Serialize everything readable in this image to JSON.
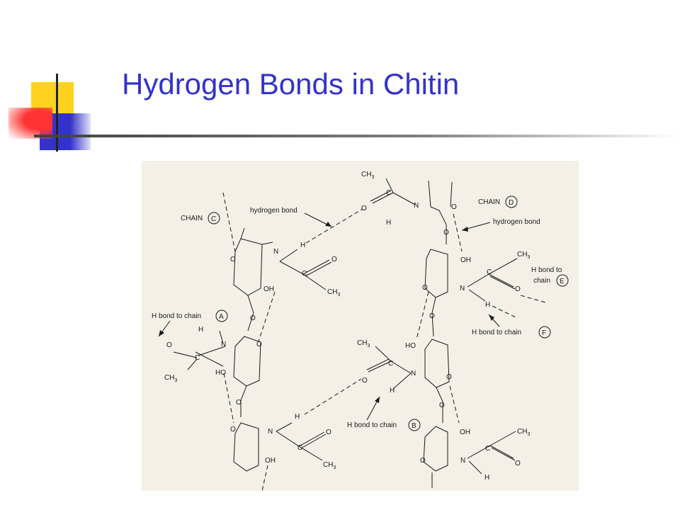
{
  "slide": {
    "title": "Hydrogen Bonds in Chitin",
    "colors": {
      "title": "#3333cc",
      "accent_yellow": "#ffd21f",
      "accent_blue": "#3333cc",
      "accent_red": "#ff3333",
      "rule": "#404040",
      "figure_bg": "#f4f0e6"
    }
  },
  "figure": {
    "chains": [
      "CHAIN",
      "CHAIN",
      "C",
      "D"
    ],
    "labels": {
      "chain_c": "CHAIN",
      "chain_c_letter": "C",
      "chain_d": "CHAIN",
      "chain_d_letter": "D",
      "hbond_left": "hydrogen bond",
      "hbond_right": "hydrogen bond",
      "to_a": "H bond to chain",
      "to_a_letter": "A",
      "to_b": "H bond to chain",
      "to_b_letter": "B",
      "to_e_1": "H bond to",
      "to_e_2": "chain",
      "to_e_letter": "E",
      "to_f": "H bond to chain",
      "to_f_letter": "F"
    },
    "atoms": {
      "c": "C",
      "o": "O",
      "n": "N",
      "h": "H",
      "oh": "OH",
      "ho": "HO",
      "ch": "CH",
      "three": "3"
    }
  }
}
